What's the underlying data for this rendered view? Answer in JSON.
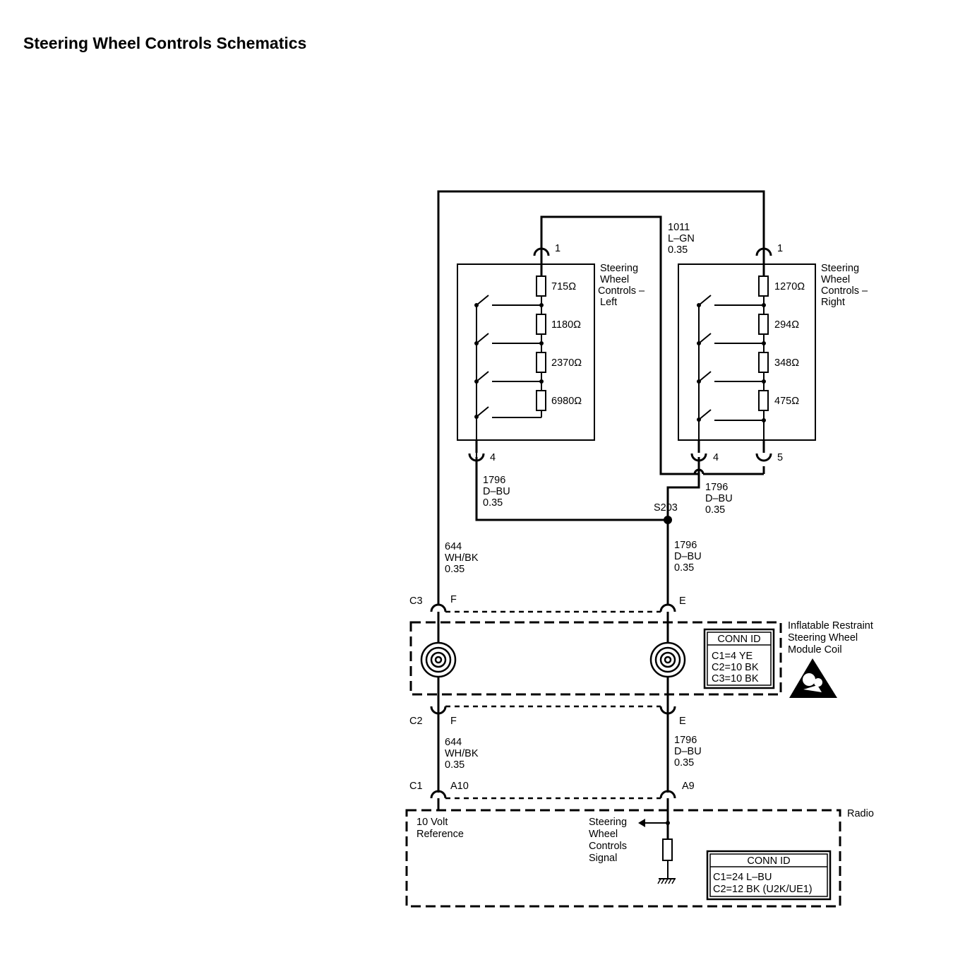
{
  "title": "Steering Wheel Controls Schematics",
  "components": {
    "swc_left": {
      "label": [
        "Steering",
        "Wheel",
        "Controls –",
        "Left"
      ],
      "pin_top": "1",
      "pin_bottom": "4",
      "resistors": [
        "715Ω",
        "1180Ω",
        "2370Ω",
        "6980Ω"
      ]
    },
    "swc_right": {
      "label": [
        "Steering",
        "Wheel",
        "Controls –",
        "Right"
      ],
      "pin_top": "1",
      "pin_bottom_a": "4",
      "pin_bottom_b": "5",
      "resistors": [
        "1270Ω",
        "294Ω",
        "348Ω",
        "475Ω"
      ]
    },
    "coil": {
      "label": [
        "Inflatable Restraint",
        "Steering Wheel",
        "Module Coil"
      ],
      "conn_id_title": "CONN ID",
      "conn_ids": [
        "C1=4 YE",
        "C2=10 BK",
        "C3=10 BK"
      ],
      "warning_icon": "airbag-warning-icon"
    },
    "radio": {
      "label": "Radio",
      "ref_label": [
        "10 Volt",
        "Reference"
      ],
      "signal_label": [
        "Steering",
        "Wheel",
        "Controls",
        "Signal"
      ],
      "conn_id_title": "CONN ID",
      "conn_ids": [
        "C1=24 L–BU",
        "C2=12 BK (U2K/UE1)"
      ]
    }
  },
  "wires": {
    "w1011": [
      "1011",
      "L–GN",
      "0.35"
    ],
    "w1796_left": [
      "1796",
      "D–BU",
      "0.35"
    ],
    "w1796_right": [
      "1796",
      "D–BU",
      "0.35"
    ],
    "w1796_mid": [
      "1796",
      "D–BU",
      "0.35"
    ],
    "w644_upper": [
      "644",
      "WH/BK",
      "0.35"
    ],
    "w644_lower": [
      "644",
      "WH/BK",
      "0.35"
    ],
    "w1796_lower": [
      "1796",
      "D–BU",
      "0.35"
    ]
  },
  "splice": "S203",
  "connectors": {
    "c3": "C3",
    "c3_f": "F",
    "c3_e": "E",
    "c2": "C2",
    "c2_f": "F",
    "c2_e": "E",
    "c1": "C1",
    "c1_a10": "A10",
    "c1_a9": "A9"
  }
}
